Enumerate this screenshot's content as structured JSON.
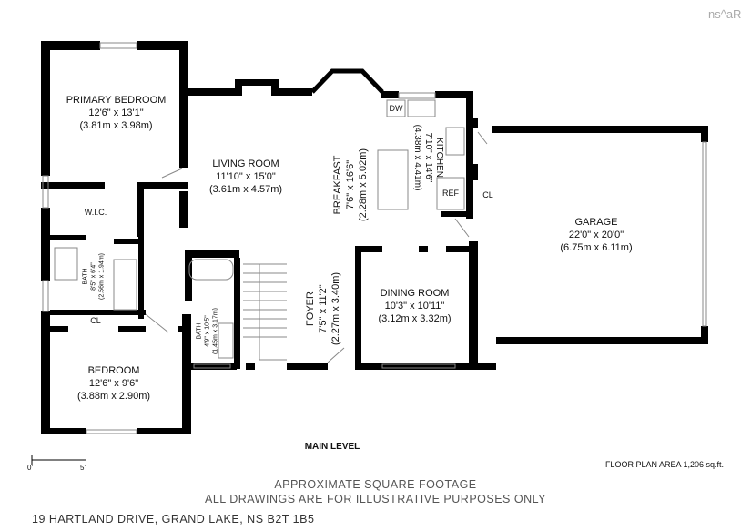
{
  "logo": "ns^aR",
  "rooms": {
    "primary_bedroom": {
      "name": "PRIMARY BEDROOM",
      "imperial": "12'6\" x 13'1\"",
      "metric": "(3.81m x 3.98m)"
    },
    "living_room": {
      "name": "LIVING ROOM",
      "imperial": "11'10\" x 15'0\"",
      "metric": "(3.61m x 4.57m)"
    },
    "breakfast": {
      "name": "BREAKFAST",
      "imperial": "7'6\" x 16'6\"",
      "metric": "(2.28m x 5.02m)"
    },
    "kitchen": {
      "name": "KITCHEN",
      "imperial": "7'10\" x 14'6\"",
      "metric": "(4.38m x 4.41m)"
    },
    "garage": {
      "name": "GARAGE",
      "imperial": "22'0\" x 20'0\"",
      "metric": "(6.75m x 6.11m)"
    },
    "wic": {
      "name": "W.I.C."
    },
    "bath1": {
      "name": "BATH",
      "imperial": "8'5\" x 6'4\"",
      "metric": "(2.56m x 1.94m)"
    },
    "bath2": {
      "name": "BATH",
      "imperial": "4'9\" x 10'5\"",
      "metric": "(1.45m x 3.17m)"
    },
    "foyer": {
      "name": "FOYER",
      "imperial": "7'5\" x 11'2\"",
      "metric": "(2.27m x 3.40m)"
    },
    "dining_room": {
      "name": "DINING ROOM",
      "imperial": "10'3\" x 10'11\"",
      "metric": "(3.12m x 3.32m)"
    },
    "bedroom": {
      "name": "BEDROOM",
      "imperial": "12'6\" x 9'6\"",
      "metric": "(3.88m x 2.90m)"
    }
  },
  "fixtures": {
    "dw": "DW",
    "ref": "REF",
    "cl1": "CL",
    "cl2": "CL"
  },
  "level": "MAIN LEVEL",
  "scale": {
    "start": "0'",
    "end": "5'"
  },
  "floor_area": "FLOOR PLAN AREA 1,206 sq.ft.",
  "footer": {
    "line1": "APPROXIMATE SQUARE FOOTAGE",
    "line2": "ALL DRAWINGS ARE FOR ILLUSTRATIVE PURPOSES ONLY",
    "address": "19 HARTLAND DRIVE, GRAND LAKE, NS B2T 1B5"
  }
}
